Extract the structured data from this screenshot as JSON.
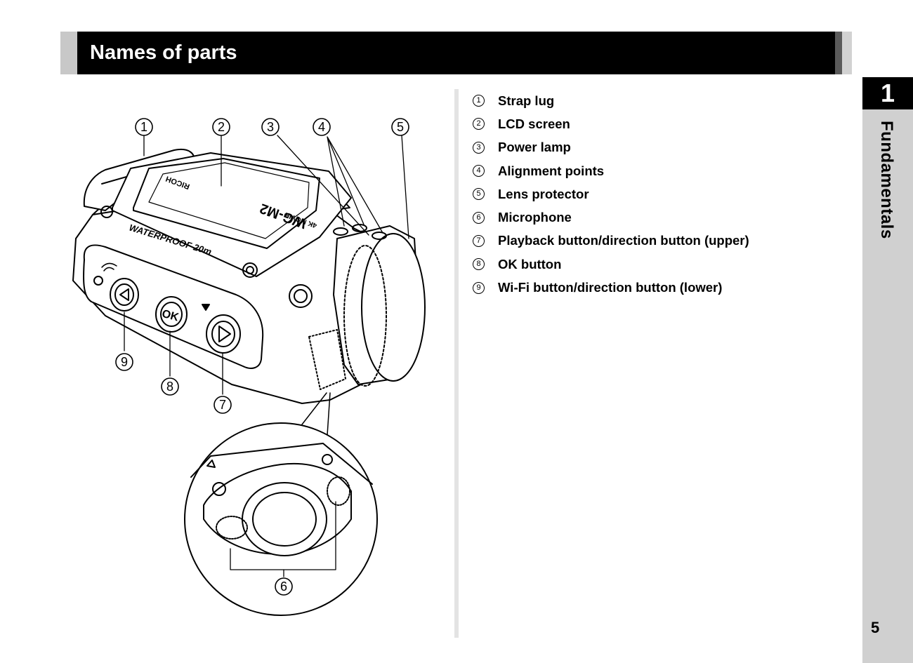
{
  "page_title": "Names of parts",
  "chapter": {
    "number": "1",
    "name": "Fundamentals"
  },
  "page_number": "5",
  "parts": [
    {
      "num": "1",
      "label": "Strap lug"
    },
    {
      "num": "2",
      "label": "LCD screen"
    },
    {
      "num": "3",
      "label": "Power lamp"
    },
    {
      "num": "4",
      "label": "Alignment points"
    },
    {
      "num": "5",
      "label": "Lens protector"
    },
    {
      "num": "6",
      "label": "Microphone"
    },
    {
      "num": "7",
      "label": "Playback button/direction button (upper)"
    },
    {
      "num": "8",
      "label": "OK button"
    },
    {
      "num": "9",
      "label": "Wi-Fi button/direction button (lower)"
    }
  ],
  "illustration": {
    "brand_text": "RICOH",
    "model_text": "WG-M2",
    "movie_text": "4K MOVIE",
    "waterproof_text": "WATERPROOF 20m",
    "ok_text": "OK",
    "callouts": [
      "1",
      "2",
      "3",
      "4",
      "5",
      "6",
      "7",
      "8",
      "9"
    ]
  }
}
